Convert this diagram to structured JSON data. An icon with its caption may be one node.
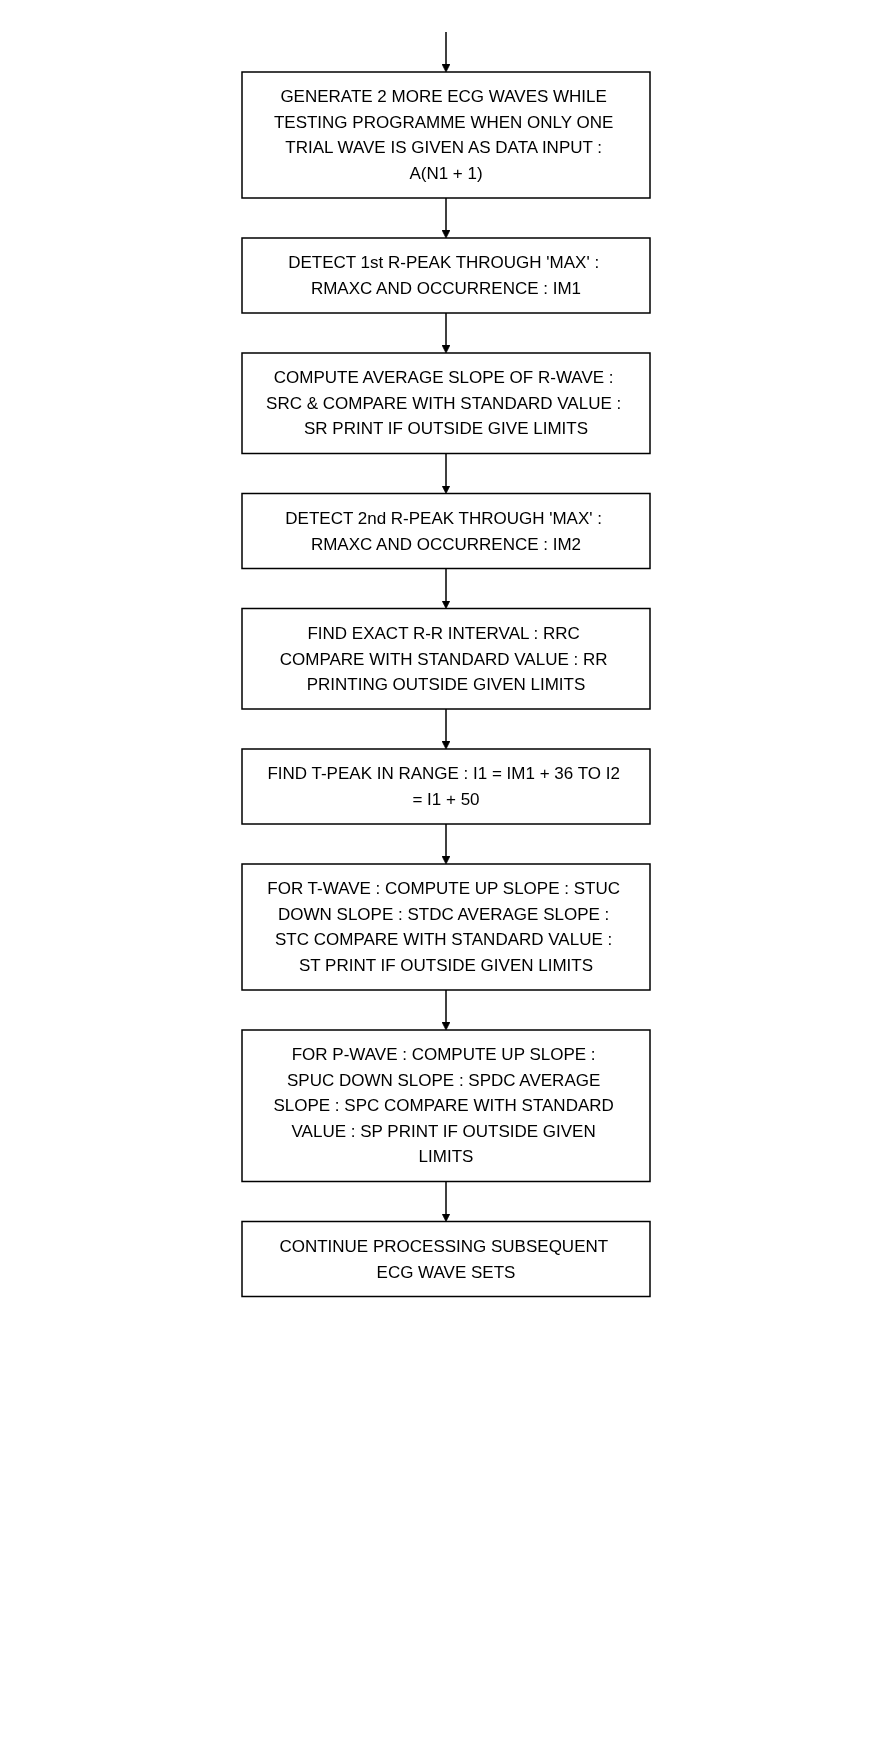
{
  "diagram": {
    "nodes": [
      {
        "text": [
          "GENERATE 2 MORE ECG WAVES WHILE TESTING PROGRAMME WHEN ONLY ONE TRIAL WAVE IS GIVEN AS DATA INPUT : A(N1 + 1)"
        ]
      },
      {
        "text": [
          "DETECT 1st R-PEAK THROUGH 'MAX' : RMAXC AND OCCURRENCE : IM1"
        ]
      },
      {
        "text": [
          "COMPUTE AVERAGE SLOPE OF R-WAVE : SRC & COMPARE WITH STANDARD VALUE : SR PRINT IF OUTSIDE GIVE LIMITS"
        ]
      },
      {
        "text": [
          "DETECT 2nd R-PEAK THROUGH 'MAX' : RMAXC AND OCCURRENCE : IM2"
        ]
      },
      {
        "text": [
          "FIND EXACT R-R INTERVAL : RRC COMPARE WITH STANDARD VALUE : RR PRINTING OUTSIDE GIVEN LIMITS"
        ]
      },
      {
        "text": [
          "FIND T-PEAK IN RANGE : I1 = IM1 + 36 TO I2 = I1 + 50"
        ]
      },
      {
        "text": [
          "FOR T-WAVE : COMPUTE UP SLOPE : STUC DOWN SLOPE : STDC AVERAGE SLOPE : STC COMPARE WITH STANDARD VALUE : ST PRINT IF OUTSIDE GIVEN LIMITS"
        ]
      },
      {
        "text": [
          "FOR P-WAVE : COMPUTE UP SLOPE : SPUC DOWN SLOPE : SPDC AVERAGE SLOPE : SPC COMPARE WITH STANDARD VALUE : SP PRINT IF OUTSIDE GIVEN LIMITS"
        ]
      },
      {
        "text": [
          "CONTINUE PROCESSING SUBSEQUENT ECG WAVE SETS"
        ]
      }
    ],
    "edges": [
      {
        "from": null,
        "to": 0,
        "arrow": "to"
      },
      {
        "from": 0,
        "to": 1,
        "arrow": "to"
      },
      {
        "from": 1,
        "to": 2,
        "arrow": "to"
      },
      {
        "from": 2,
        "to": 3,
        "arrow": "to"
      },
      {
        "from": 3,
        "to": 4,
        "arrow": "to"
      },
      {
        "from": 4,
        "to": 5,
        "arrow": "to"
      },
      {
        "from": 5,
        "to": 6,
        "arrow": "to"
      },
      {
        "from": 6,
        "to": 7,
        "arrow": "to"
      },
      {
        "from": 7,
        "to": 8,
        "arrow": "to"
      }
    ]
  }
}
